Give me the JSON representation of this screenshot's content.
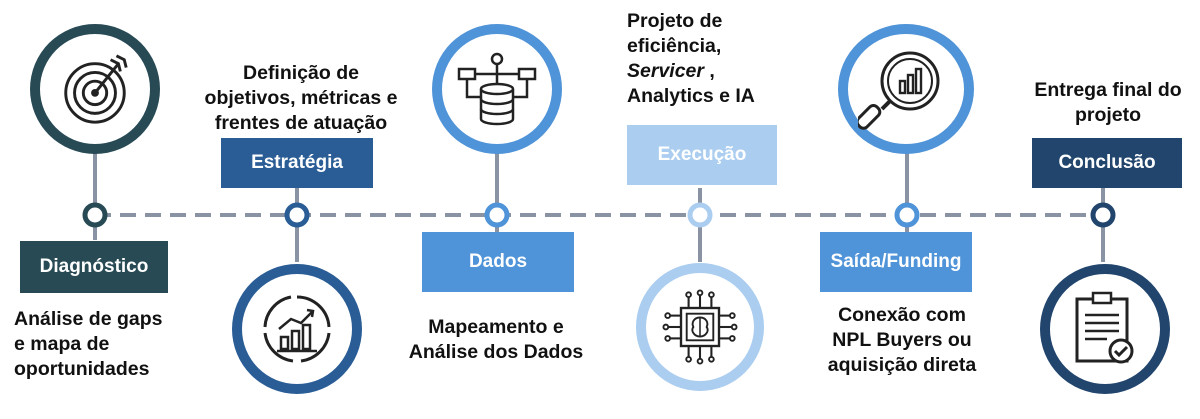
{
  "colors": {
    "dark_teal": "#284a55",
    "dark_blue": "#2a5d96",
    "mid_blue": "#4f93d8",
    "light_blue": "#aacdf0",
    "navy": "#21456d",
    "connector": "#8a93a4"
  },
  "stages": [
    {
      "label": "Diagnóstico",
      "caption": [
        "Análise de gaps",
        "e mapa de",
        "oportunidades"
      ],
      "icon": "target-icon"
    },
    {
      "label": "Estratégia",
      "caption": [
        "Definição de",
        "objetivos, métricas e",
        "frentes de atuação"
      ],
      "icon": "growth-chart-icon"
    },
    {
      "label": "Dados",
      "caption": [
        "Mapeamento e",
        "Análise dos Dados"
      ],
      "icon": "database-network-icon"
    },
    {
      "label": "Execução",
      "caption_lines": [
        {
          "text": "Projeto de",
          "italic": false
        },
        {
          "text": "eficiência,",
          "italic": false
        },
        {
          "text": "Servicer",
          "italic": true,
          "suffix": " ,"
        },
        {
          "text": "Analytics e IA",
          "italic": false
        }
      ],
      "icon": "ai-chip-icon"
    },
    {
      "label": "Saída/Funding",
      "caption": [
        "Conexão com",
        "NPL Buyers ou",
        "aquisição direta"
      ],
      "icon": "magnifier-chart-icon"
    },
    {
      "label": "Conclusão",
      "caption": [
        "Entrega final do",
        "projeto"
      ],
      "icon": "clipboard-check-icon"
    }
  ]
}
